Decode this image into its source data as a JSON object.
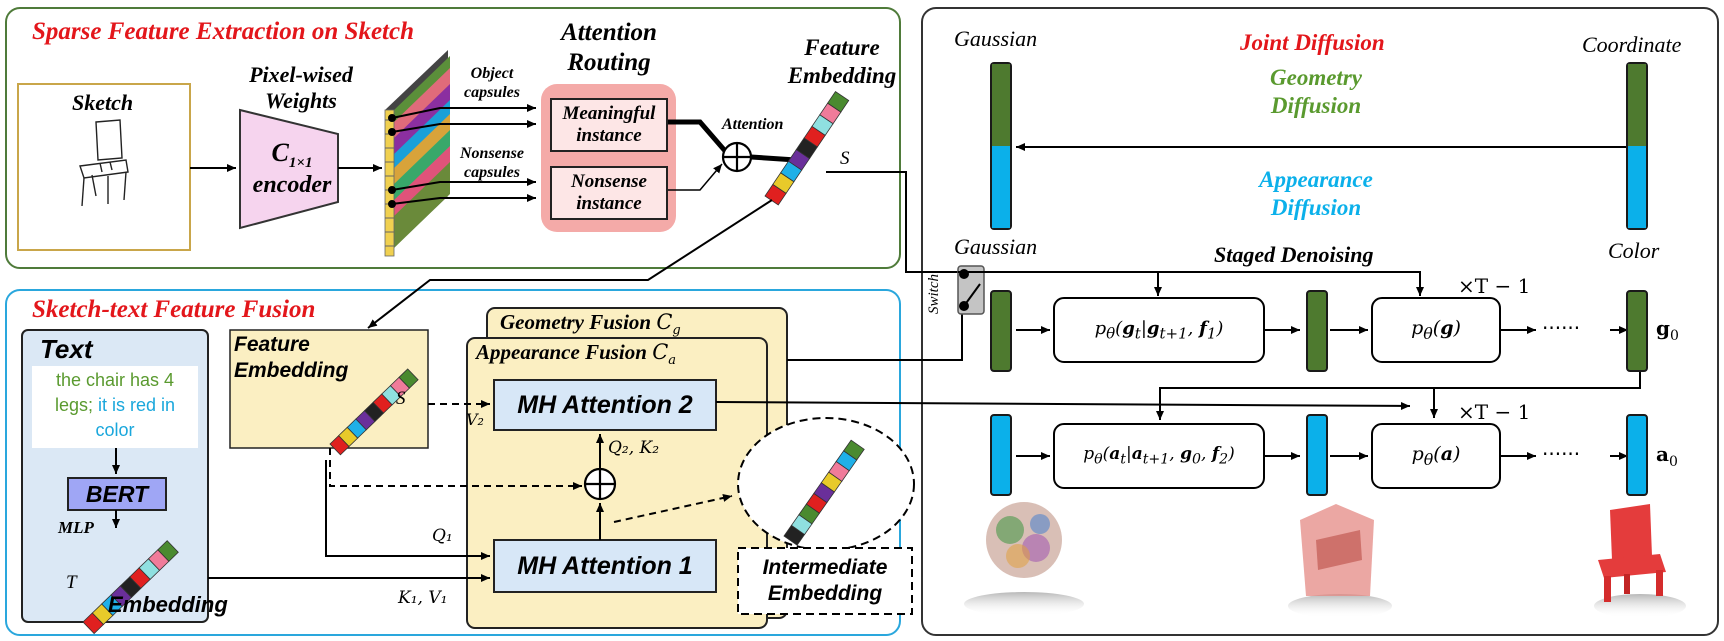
{
  "sparse": {
    "title": "Sparse Feature Extraction on Sketch",
    "sketch_label": "Sketch",
    "weights_label_1": "Pixel-wised",
    "weights_label_2": "Weights",
    "encoder_line_1": "C",
    "encoder_sub": "1×1",
    "encoder_line_2": "encoder",
    "object_capsules_1": "Object",
    "object_capsules_2": "capsules",
    "nonsense_capsules_1": "Nonsense",
    "nonsense_capsules_2": "capsules",
    "routing_title_1": "Attention",
    "routing_title_2": "Routing",
    "meaningful_1": "Meaningful",
    "meaningful_2": "instance",
    "nonsense_1": "Nonsense",
    "nonsense_2": "instance",
    "attention_label": "Attention",
    "feature_title_1": "Feature",
    "feature_title_2": "Embedding",
    "s_label": "S"
  },
  "fusion": {
    "title": "Sketch-text Feature Fusion",
    "text_header": "Text",
    "text_green_1": "the chair has 4",
    "text_green_2": "legs;",
    "text_blue_1": "it is red in",
    "text_blue_2": "color",
    "bert_label": "BERT",
    "mlp_label": "MLP",
    "t_label": "T",
    "embedding_label": "Embedding",
    "feature_1": "Feature",
    "feature_2": "Embedding",
    "s_label": "S",
    "geometry_fusion": "Geometry Fusion",
    "geometry_sym": "C_g",
    "appearance_fusion": "Appearance Fusion",
    "appearance_sym": "C_a",
    "mh2": "MH Attention 2",
    "mh1": "MH Attention 1",
    "v2": "V₂",
    "q2k2": "Q₂, K₂",
    "q1": "Q₁",
    "k1v1": "K₁, V₁",
    "intermediate_1": "Intermediate",
    "intermediate_2": "Embedding"
  },
  "diffusion": {
    "gaussian_top": "Gaussian",
    "coordinate": "Coordinate",
    "joint": "Joint Diffusion",
    "geometry_1": "Geometry",
    "geometry_2": "Diffusion",
    "appearance_1": "Appearance",
    "appearance_2": "Diffusion",
    "gaussian_mid": "Gaussian",
    "color": "Color",
    "staged": "Staged Denoising",
    "switch": "Switch",
    "repeat_top": "×T − 1",
    "repeat_bottom": "×T − 1",
    "p_g_step": "pθ(gt | gt+1, f1)",
    "p_g": "pθ(g)",
    "p_a_step": "pθ(at | at+1, g0, f2)",
    "p_a": "pθ(a)",
    "dots_top": "······",
    "dots_bottom": "······",
    "g0": "g0",
    "a0": "a0"
  },
  "colors": {
    "red": "#e3161b",
    "green": "#4e7a2f",
    "blue": "#0bb0ea",
    "text_green": "#5a9a2f",
    "text_blue": "#1aa7dc"
  }
}
